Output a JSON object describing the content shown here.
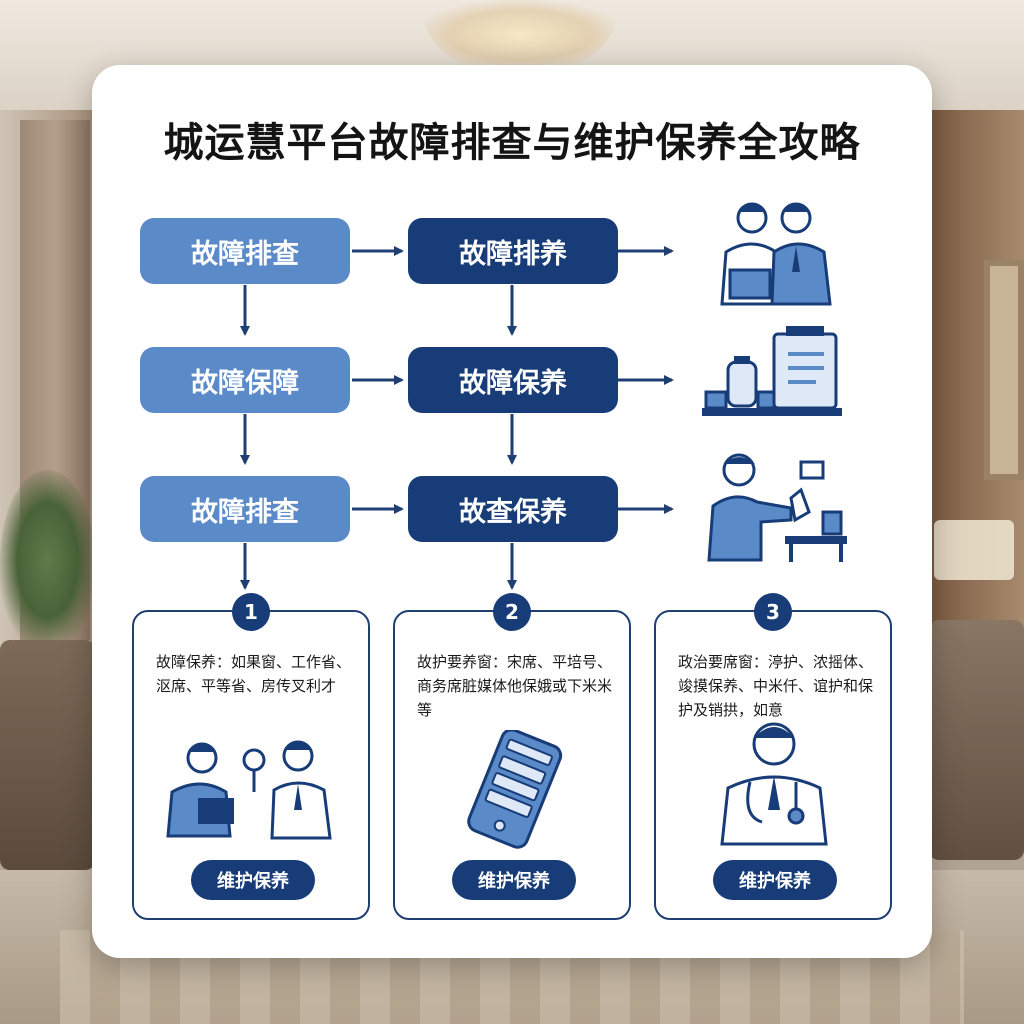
{
  "title": "城运慧平台故障排查与维护保养全攻略",
  "colors": {
    "light_box": "#5b8ac8",
    "dark_box": "#173c77",
    "outline": "#1f3f73"
  },
  "flow": {
    "rows": [
      {
        "left": "故障排查",
        "right": "故障排养",
        "icon": "engineers-with-laptop-icon"
      },
      {
        "left": "故障保障",
        "right": "故障保养",
        "icon": "clipboard-and-tools-icon"
      },
      {
        "left": "故障排查",
        "right": "故查保养",
        "icon": "technician-at-workstation-icon"
      }
    ]
  },
  "panels": [
    {
      "number": "1",
      "text": "故障保养：如果窗、工作省、沤席、平等省、房传叉利才",
      "icon": "two-workers-discussing-icon",
      "button": "维护保养"
    },
    {
      "number": "2",
      "text": "故护要养窗：宋席、平培号、商务席脏媒体他保娥或下米米等",
      "icon": "mobile-device-icon",
      "button": "维护保养"
    },
    {
      "number": "3",
      "text": "政治要席窗：渟护、浓摇体、竣摸保养、中米仟、谊护和保护及销拱，如意",
      "icon": "doctor-with-stethoscope-icon",
      "button": "维护保养"
    }
  ]
}
